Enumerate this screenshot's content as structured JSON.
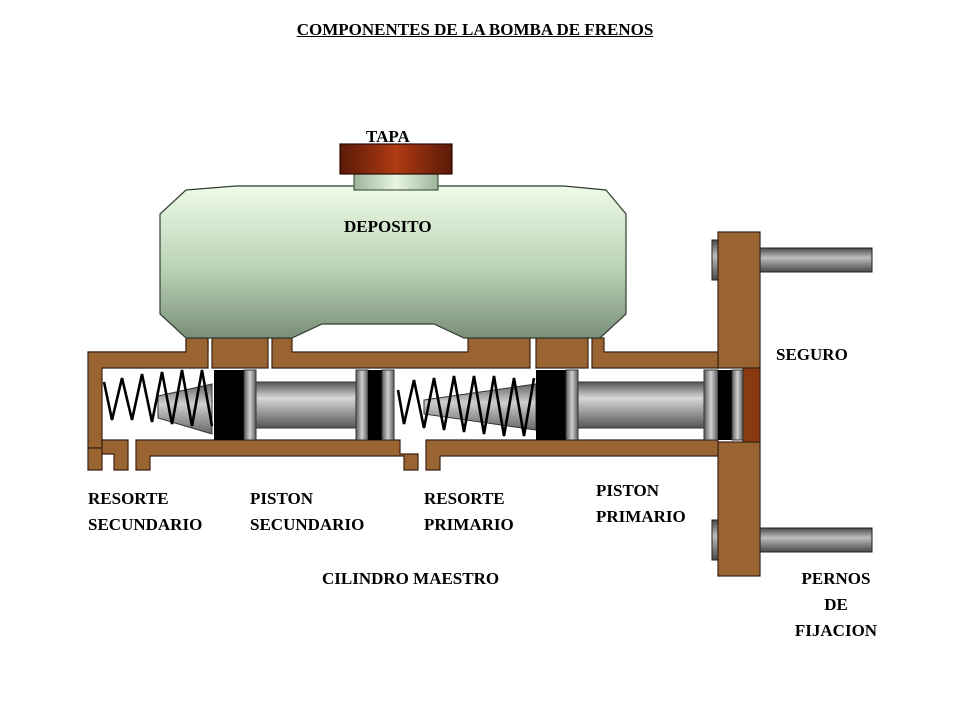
{
  "title": "COMPONENTES DE LA BOMBA DE FRENOS",
  "labels": {
    "tapa": "TAPA",
    "deposito": "DEPOSITO",
    "seguro": "SEGURO",
    "resorte_secundario": [
      "RESORTE",
      "SECUNDARIO"
    ],
    "piston_secundario": [
      "PISTON",
      "SECUNDARIO"
    ],
    "resorte_primario": [
      "RESORTE",
      "PRIMARIO"
    ],
    "piston_primario": [
      "PISTON",
      "PRIMARIO"
    ],
    "cilindro_maestro": "CILINDRO MAESTRO",
    "pernos_de_fijacion": [
      "PERNOS",
      "DE",
      "FIJACION"
    ]
  },
  "colors": {
    "body_brown": "#9a6432",
    "cap_brown": "#8e2a10",
    "reservoir_green": "#d4ecd0",
    "piston_grey": "#9a9a9a",
    "seal_black": "#000000"
  }
}
